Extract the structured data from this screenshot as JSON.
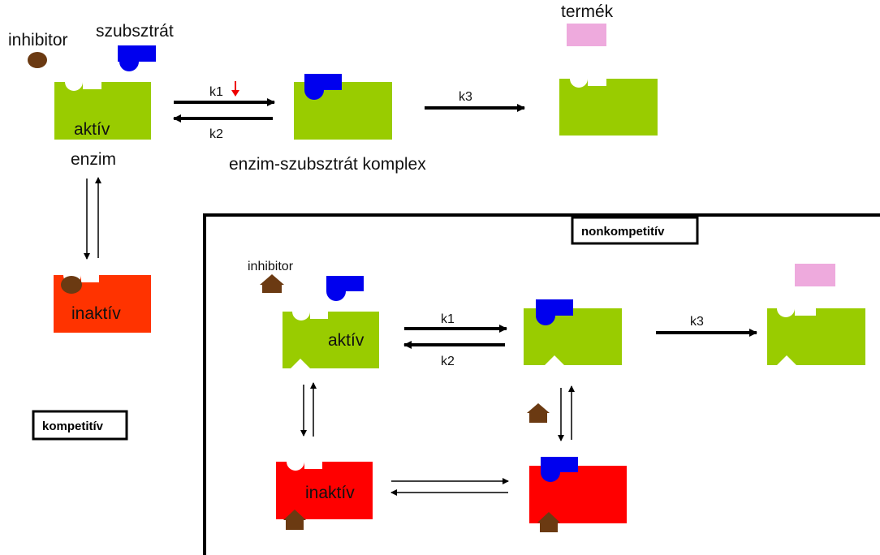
{
  "labels": {
    "inhibitor_top": "inhibitor",
    "szubsztrat": "szubsztrát",
    "termek": "termék",
    "aktiv_top": "aktív",
    "enzim": "enzim",
    "k1_top": "k1",
    "k2_top": "k2",
    "k3_top": "k3",
    "complex": "enzim-szubsztrát komplex",
    "inaktiv_top": "inaktív",
    "kompetitiv": "kompetitív",
    "nonkompetitiv": "nonkompetitív",
    "inhibitor_bottom": "inhibitor",
    "aktiv_bottom": "aktív",
    "k1_bottom": "k1",
    "k2_bottom": "k2",
    "k3_bottom": "k3",
    "inaktiv_bottom": "inaktív"
  },
  "colors": {
    "enzyme_active": "#99cc00",
    "enzyme_inactive_competitive": "#ff3300",
    "enzyme_inactive_noncompetitive": "#ff0000",
    "substrate": "#0000ee",
    "product": "#eeaadd",
    "inhibitor": "#6b3a12",
    "arrow": "#000000",
    "k1_marker": "#ee0000"
  },
  "icons": {
    "competitive_inhibitor": "brown-oval",
    "noncompetitive_inhibitor": "brown-house-shape",
    "k1_marker": "red-down-arrow"
  }
}
